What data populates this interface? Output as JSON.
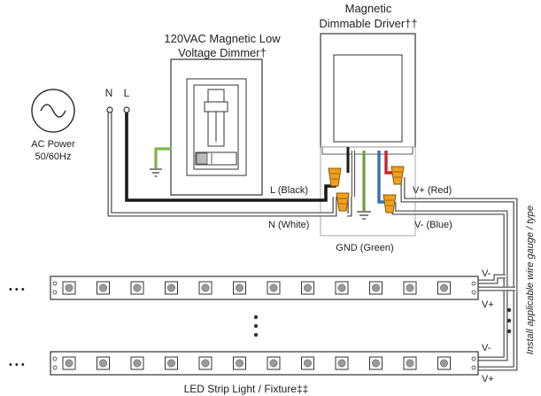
{
  "labels": {
    "dimmer_title_1": "120VAC Magnetic Low",
    "dimmer_title_2": "Voltage Dimmer†",
    "driver_title_1": "Magnetic",
    "driver_title_2": "Dimmable Driver††",
    "ac_power_1": "AC Power",
    "ac_power_2": "50/60Hz",
    "terminal_n": "N",
    "terminal_l": "L",
    "l_black": "L (Black)",
    "n_white": "N (White)",
    "gnd_green": "GND (Green)",
    "v_plus_red": "V+ (Red)",
    "v_minus_blue": "V- (Blue)",
    "strip_v_minus_1": "V-",
    "strip_v_plus_1": "V+",
    "strip_v_minus_2": "V-",
    "strip_v_plus_2": "V+",
    "continuation_left_1": "• • •",
    "continuation_left_2": "• • •",
    "strip_caption": "LED Strip Light / Fixture‡‡",
    "side_note": "Install applicable wire gauge / type"
  },
  "colors": {
    "wire_black": "#1a1a1a",
    "wire_white_outline": "#555555",
    "wire_green": "#7ab648",
    "wire_red": "#c62828",
    "wire_blue": "#3a6fb5",
    "wire_nut": "#f0a020",
    "outline": "#333333"
  },
  "icons": {
    "ac_source": "sine-wave-icon",
    "ground": "ground-symbol-icon",
    "wire_nut": "wire-nut-icon",
    "led_chip": "led-chip-icon"
  }
}
